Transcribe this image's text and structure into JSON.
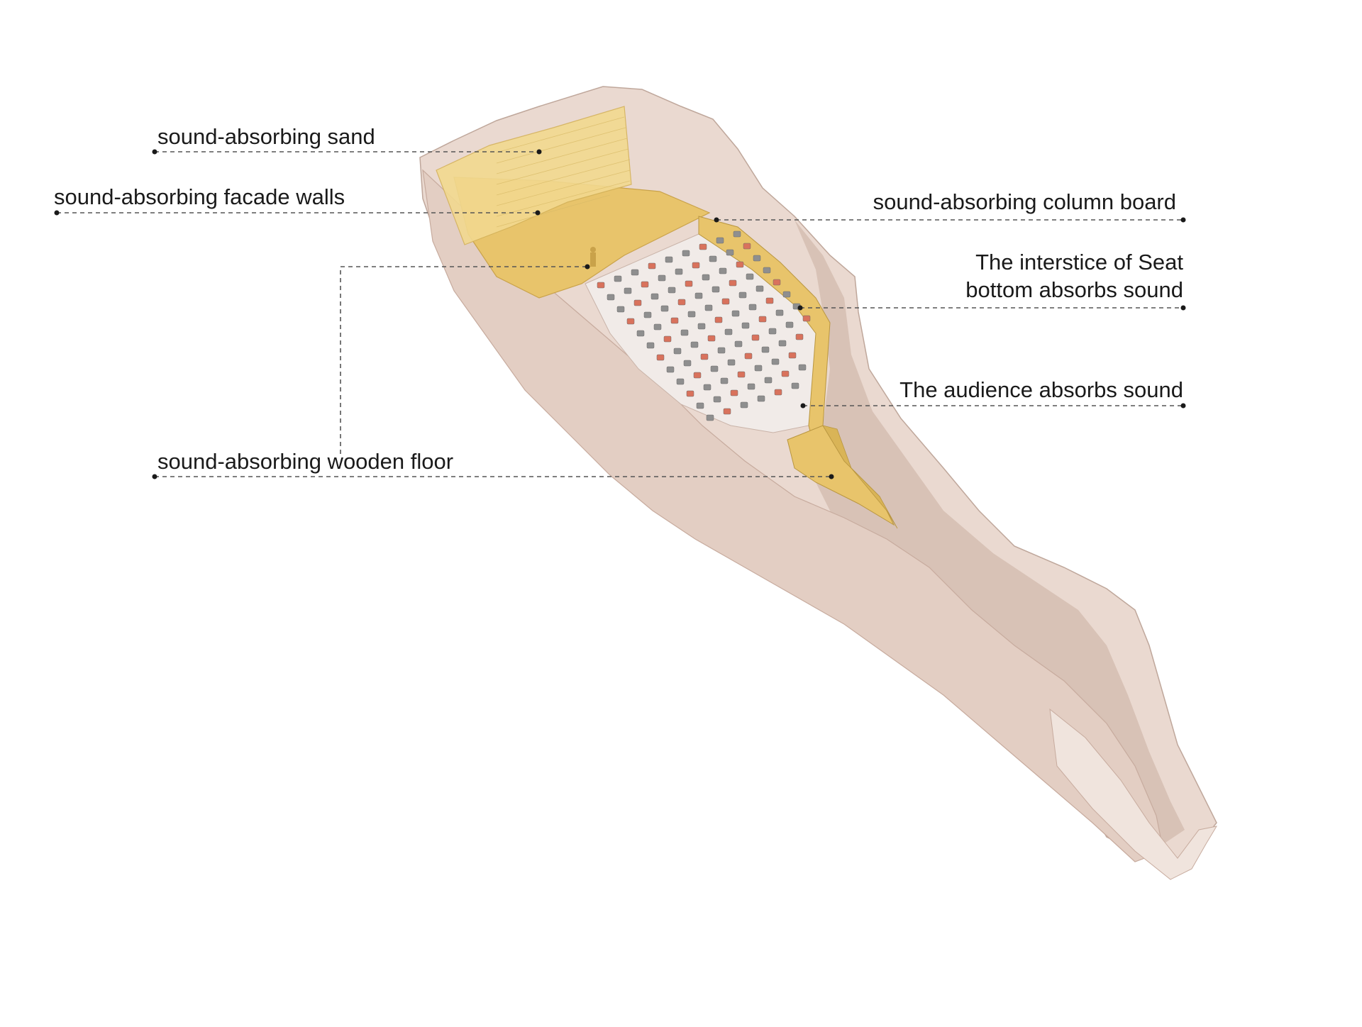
{
  "annotations": {
    "sand": "sound-absorbing sand",
    "facade_walls": "sound-absorbing facade walls",
    "column_board": "sound-absorbing column board",
    "seat_interstice_line1": "The interstice of Seat",
    "seat_interstice_line2": "bottom absorbs sound",
    "audience": "The audience absorbs sound",
    "wooden_floor": "sound-absorbing wooden floor"
  },
  "colors": {
    "rock": "#ead9d0",
    "rock_shadow": "#d6bfb3",
    "rock_dark": "#c7ab9e",
    "wood": "#e8c46b",
    "wood_light": "#f2d98f",
    "seat_red": "#d9725c",
    "seat_grey": "#8f8f8f",
    "floor_light": "#f1ebe8"
  }
}
